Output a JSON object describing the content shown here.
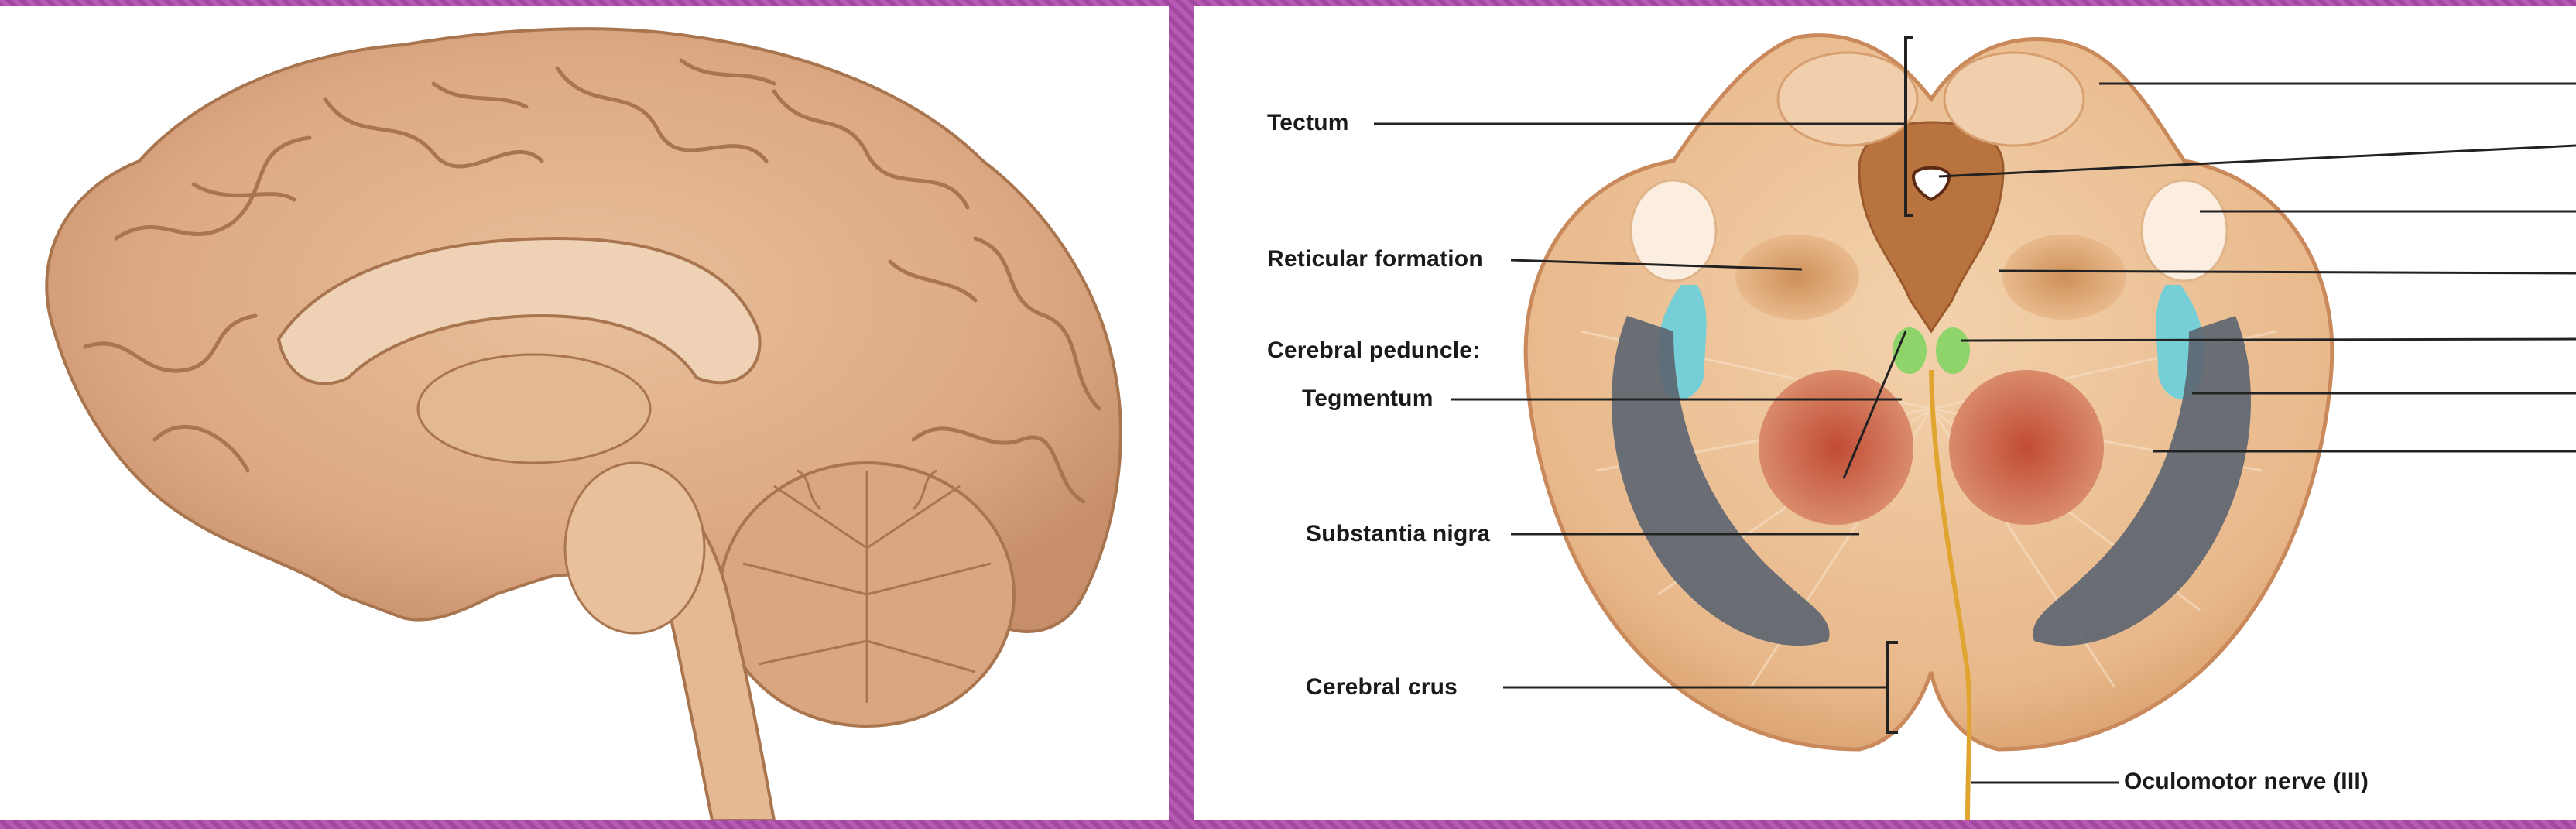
{
  "left_panel": {
    "image": "brain-midsagittal-photo"
  },
  "right_panel": {
    "image": "midbrain-cross-section-diagram",
    "labels": {
      "tectum": "Tectum",
      "reticular_formation": "Reticular formation",
      "cerebral_peduncle": "Cerebral peduncle:",
      "tegmentum": "Tegmentum",
      "substantia_nigra": "Substantia nigra",
      "cerebral_crus": "Cerebral crus",
      "oculomotor_nerve": "Oculomotor nerve (III)"
    }
  },
  "colors": {
    "tissue": "#e7b78c",
    "red_nucleus": "#c65a3e",
    "substantia_nigra": "#5c6470",
    "aqueduct_area": "#b8733f",
    "nucleus_green": "#8fd46a",
    "lemniscus_cyan": "#76cfd6",
    "nerve": "#e0a430"
  }
}
